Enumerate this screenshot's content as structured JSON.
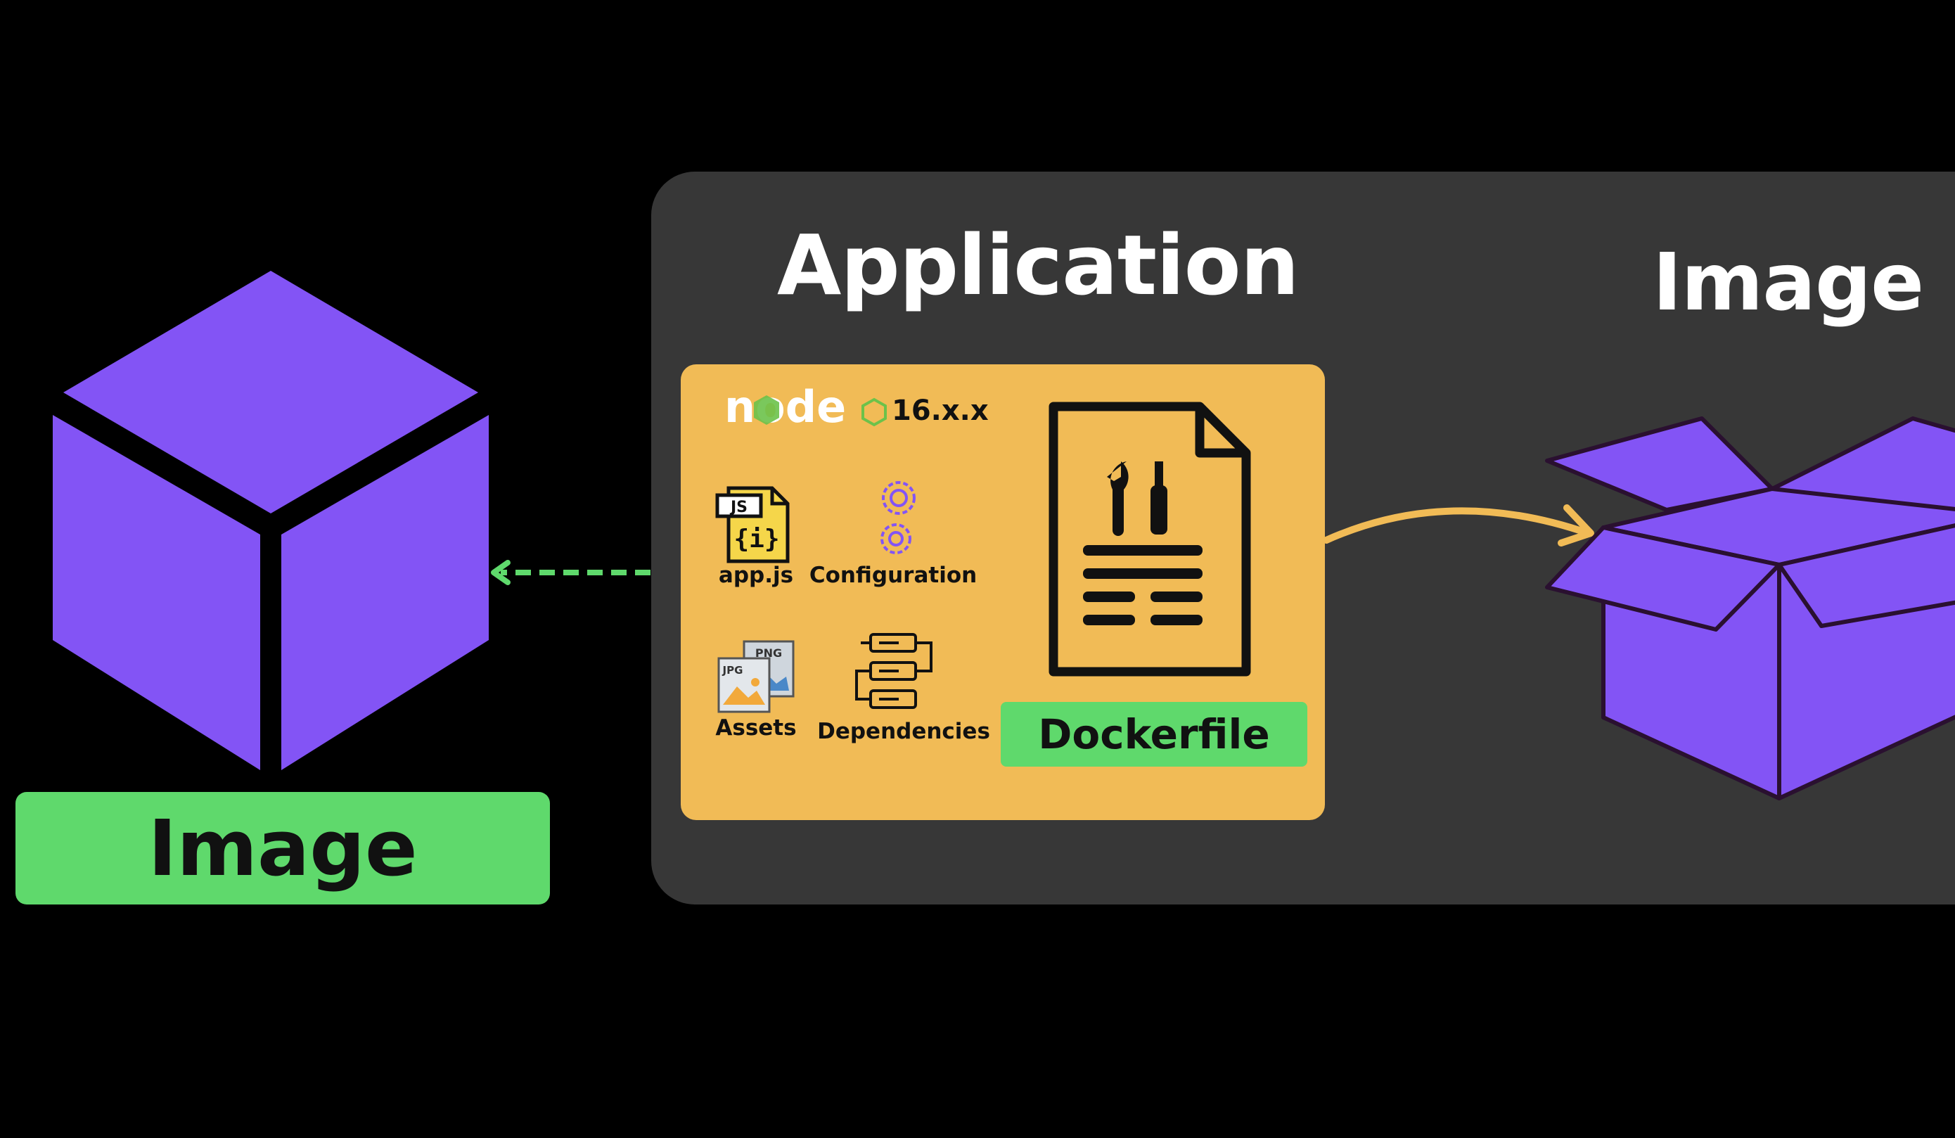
{
  "titles": {
    "application": "Application",
    "image": "Image"
  },
  "node": {
    "logo_text": "node",
    "version": "16.x.x"
  },
  "items": {
    "appjs": "app.js",
    "appjs_badge": "JS",
    "appjs_glyph": "{i}",
    "configuration": "Configuration",
    "assets": "Assets",
    "assets_badge_jpg": "JPG",
    "assets_badge_png": "PNG",
    "dependencies": "Dependencies"
  },
  "buttons": {
    "dockerfile": "Dockerfile",
    "image": "Image"
  },
  "colors": {
    "background": "#000000",
    "panel": "#373737",
    "app_box": "#f1bb56",
    "green": "#5fd96c",
    "purple": "#8354f5",
    "arrow_orange": "#f1bb56",
    "arrow_green": "#5fd96c"
  },
  "icons": [
    "cube-icon",
    "open-box-icon",
    "dockerfile-document-icon",
    "js-file-icon",
    "gear-icon",
    "image-files-icon",
    "dependencies-flow-icon",
    "nodejs-logo-icon"
  ]
}
